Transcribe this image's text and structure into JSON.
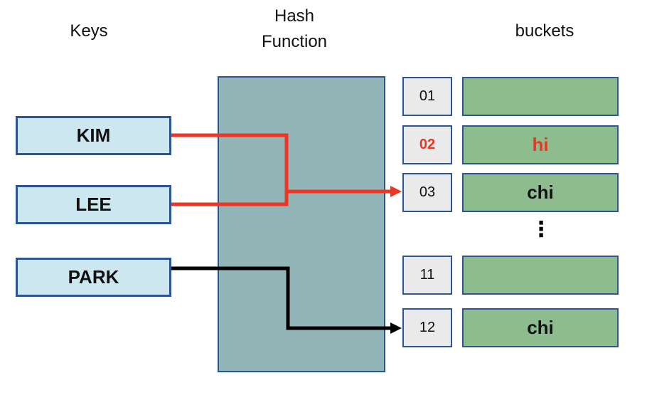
{
  "headers": {
    "keys": "Keys",
    "hash_function": "Hash\nFunction",
    "buckets": "buckets"
  },
  "keys": [
    {
      "label": "KIM"
    },
    {
      "label": "LEE"
    },
    {
      "label": "PARK"
    }
  ],
  "rows": [
    {
      "index": "01",
      "value": ""
    },
    {
      "index": "02",
      "value": "hi"
    },
    {
      "index": "03",
      "value": "chi"
    },
    {
      "index": "11",
      "value": ""
    },
    {
      "index": "12",
      "value": "chi"
    }
  ],
  "ellipsis": "⋮",
  "colors": {
    "key_box_fill": "#cde7f1",
    "hash_box_fill": "#92b6b8",
    "index_box_fill": "#eaeaea",
    "bucket_fill": "#8dbd8e",
    "box_border_blue": "#2e5593",
    "accent_red": "#ee3524",
    "connector_black": "#000000"
  }
}
